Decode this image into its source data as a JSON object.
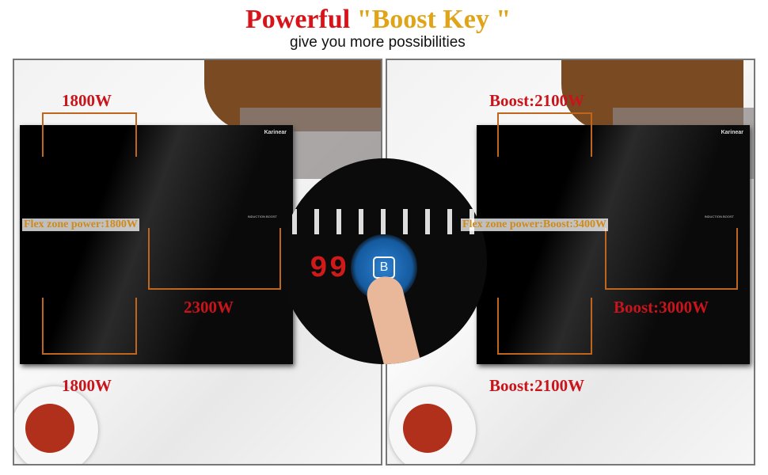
{
  "header": {
    "title_part1": "Powerful",
    "title_part2": "\"Boost Key \"",
    "subtitle": "give you more possibilities"
  },
  "left": {
    "brand": "Karinear",
    "induction": "INDUCTION BOOST",
    "top_left": "1800W",
    "flex": "Flex zone power:1800W",
    "right": "2300W",
    "bottom_left": "1800W"
  },
  "right": {
    "brand": "Karinear",
    "induction": "INDUCTION BOOST",
    "top_left": "Boost:2100W",
    "flex": "Flex zone power:Boost:3400W",
    "right": "Boost:3000W",
    "bottom_left": "Boost:2100W"
  },
  "closeup": {
    "display": "99",
    "boost_key": "B"
  },
  "colors": {
    "red": "#d8141a",
    "gold": "#e0a418",
    "zone": "#c0661c",
    "boost_blue": "#2b7fd0"
  }
}
